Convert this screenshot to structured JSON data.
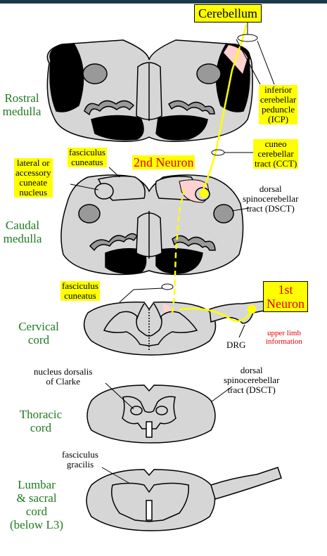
{
  "title": "Cerebellum",
  "neurons": {
    "second": "2nd Neuron",
    "first_line1": "1st",
    "first_line2": "Neuron"
  },
  "regions": {
    "rostral_medulla": [
      "Rostral",
      "medulla"
    ],
    "caudal_medulla": [
      "Caudal",
      "medulla"
    ],
    "cervical_cord": [
      "Cervical",
      "cord"
    ],
    "thoracic_cord": [
      "Thoracic",
      "cord"
    ],
    "lumbar_sacral": [
      "Lumbar",
      "& sacral",
      "cord",
      "(below L3)"
    ]
  },
  "labels": {
    "icp": [
      "inferior",
      "cerebellar",
      "peduncle",
      "(ICP)"
    ],
    "cct": [
      "cuneo",
      "cerebellar",
      "tract (CCT)"
    ],
    "lateral_cuneate": [
      "lateral or",
      "accessory",
      "cuneate",
      "nucleus"
    ],
    "fasciculus_cuneatus_medulla": [
      "fasciculus",
      "cuneatus"
    ],
    "dsct_medulla": [
      "dorsal",
      "spinocerebellar",
      "tract (DSCT)"
    ],
    "fasciculus_cuneatus_cervical": [
      "fasciculus",
      "cuneatus"
    ],
    "drg": "DRG",
    "upper_limb": [
      "upper limb",
      "information"
    ],
    "clarke": [
      "nucleus dorsalis",
      "of Clarke"
    ],
    "dsct_thoracic": [
      "dorsal",
      "spinocerebellar",
      "tract (DSCT)"
    ],
    "fasciculus_gracilis": [
      "fasciculus",
      "gracilis"
    ]
  },
  "colors": {
    "region_text": "#1f7a1f",
    "highlight": "#ffff00",
    "pathway": "#ffff00",
    "red_text": "#e00000",
    "tissue": "#d6d6d6",
    "nucleus": "#999999",
    "tract": "#000000"
  }
}
